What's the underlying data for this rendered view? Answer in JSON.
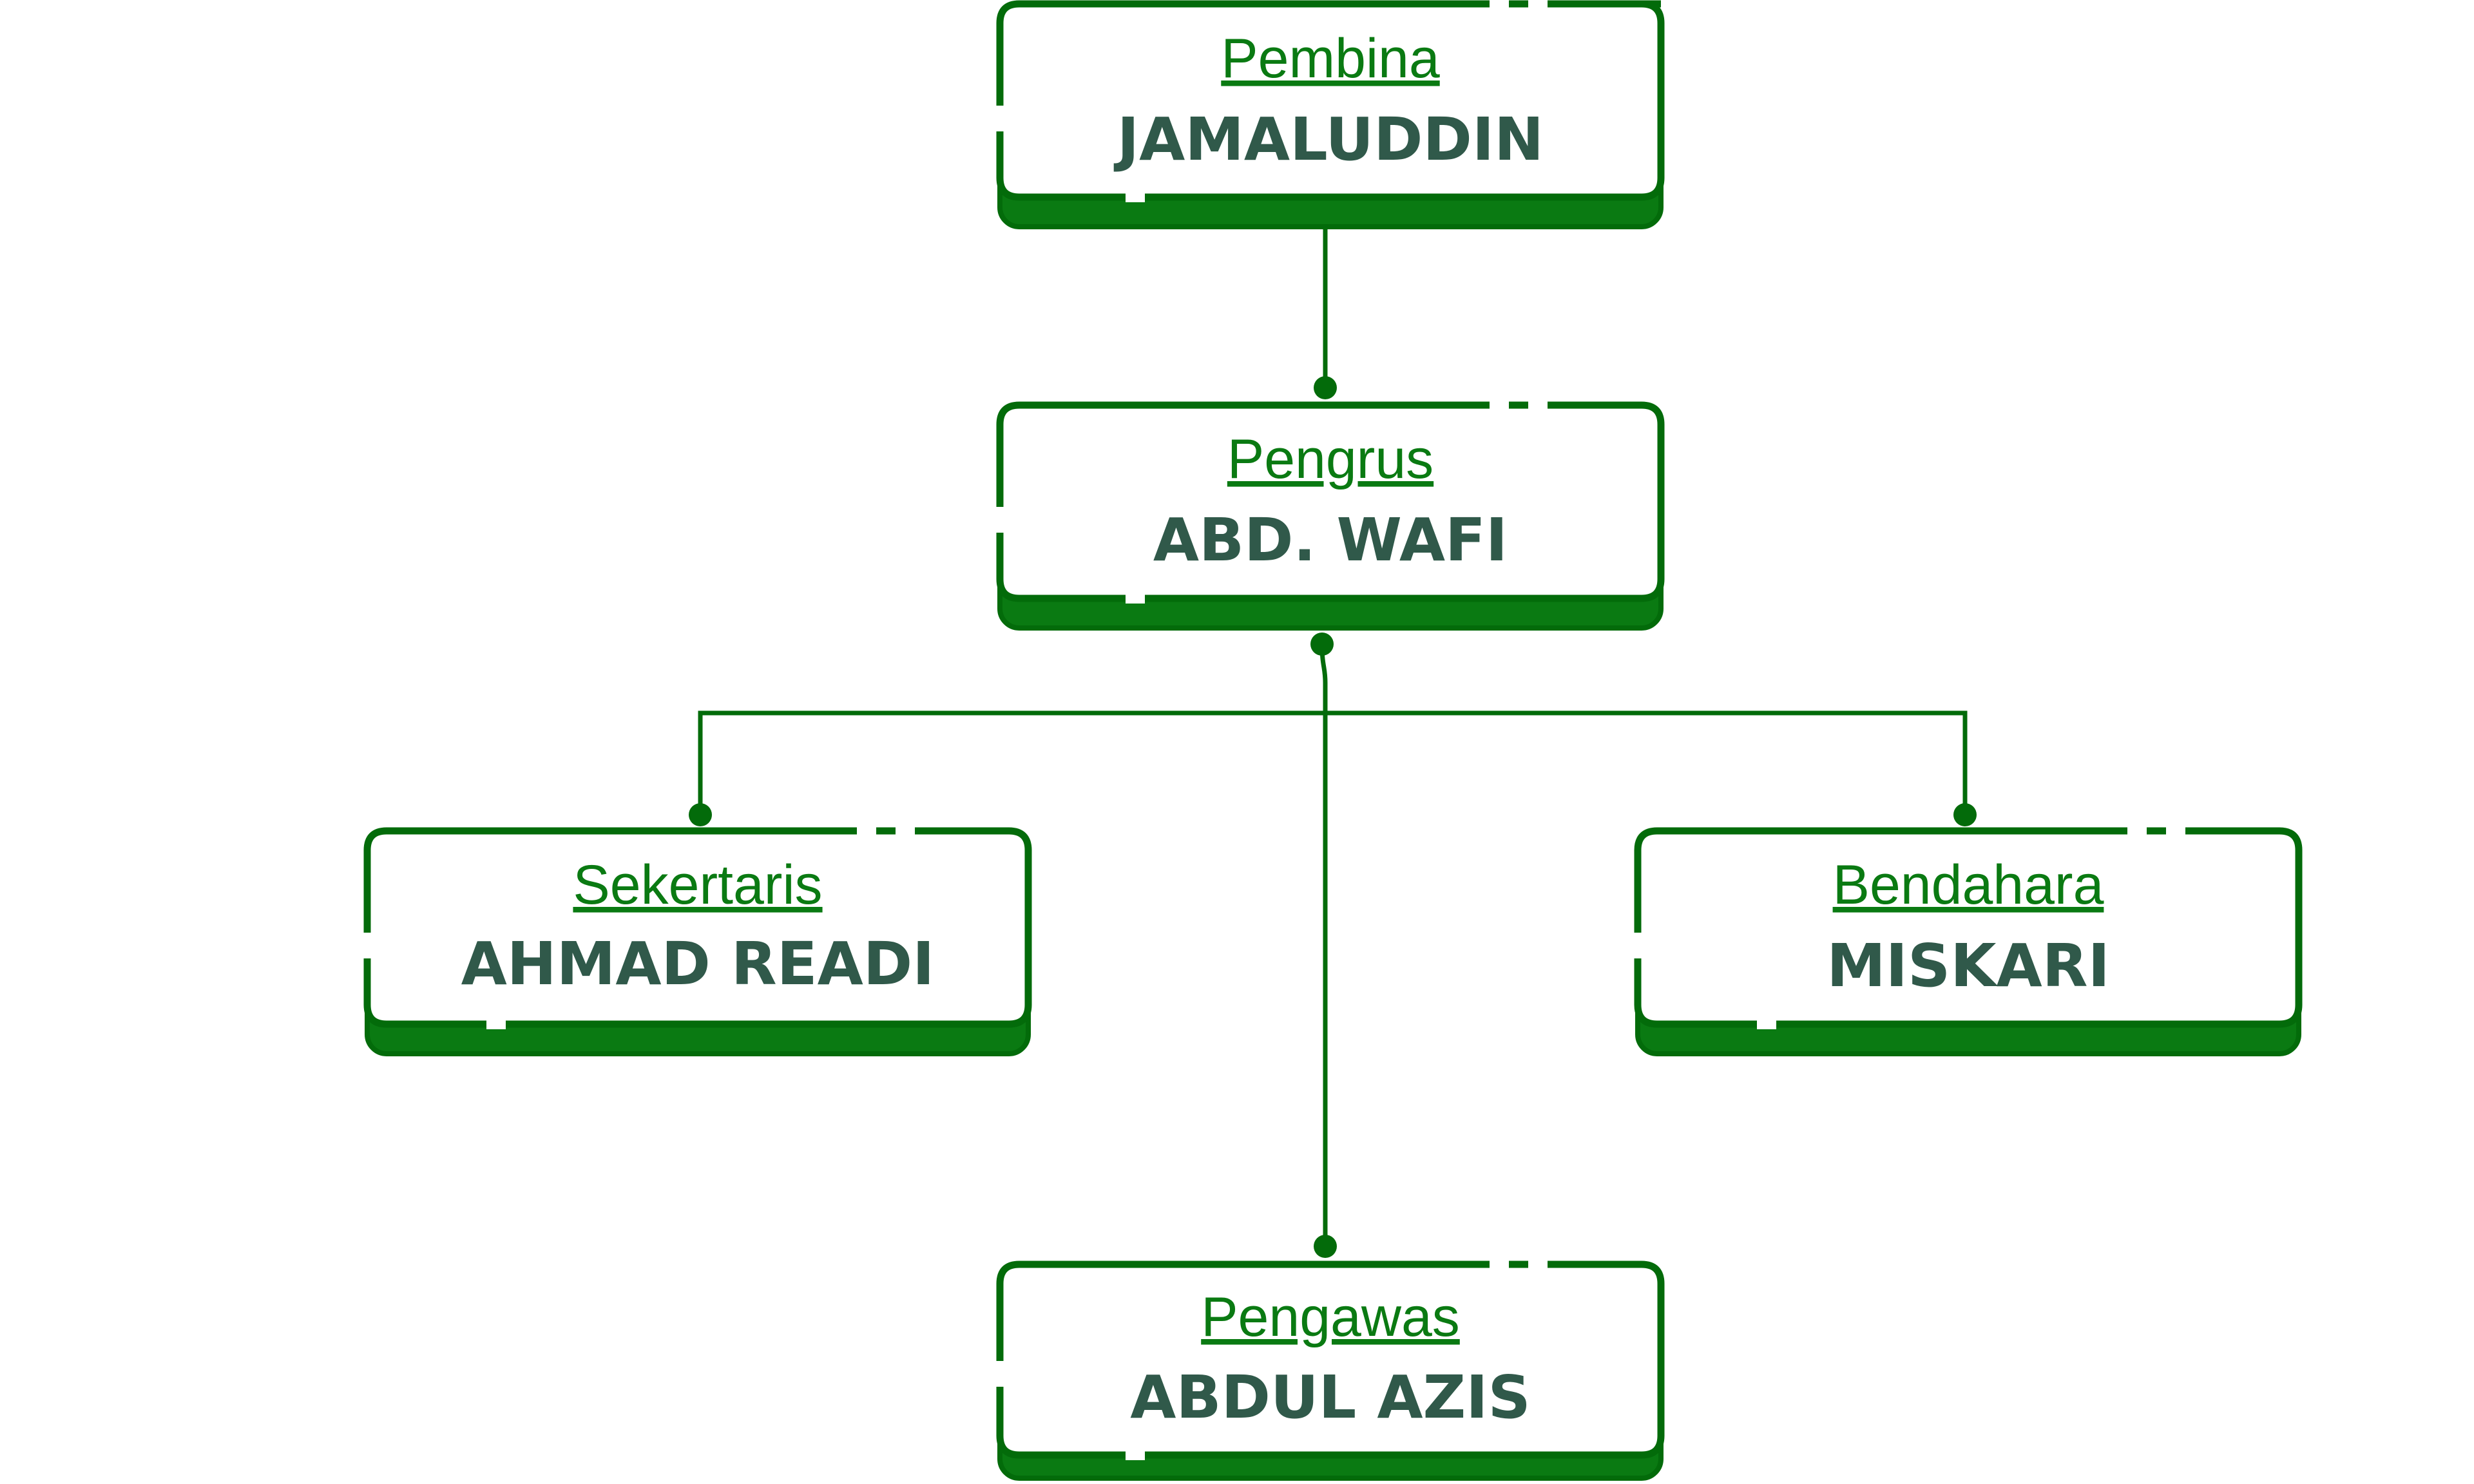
{
  "colors": {
    "green": "#0a7a12",
    "dark_green": "#036b0a",
    "name_text": "#30594a",
    "background": "#ffffff"
  },
  "nodes": [
    {
      "id": "pembina",
      "role": "Pembina",
      "name": "JAMALUDDIN"
    },
    {
      "id": "pengurus",
      "role": "Pengrus",
      "name": "ABD. WAFI"
    },
    {
      "id": "sekretaris",
      "role": "Sekertaris",
      "name": "AHMAD READI"
    },
    {
      "id": "bendahara",
      "role": "Bendahara",
      "name": "MISKARI"
    },
    {
      "id": "pengawas",
      "role": "Pengawas",
      "name": "ABDUL AZIS"
    }
  ]
}
